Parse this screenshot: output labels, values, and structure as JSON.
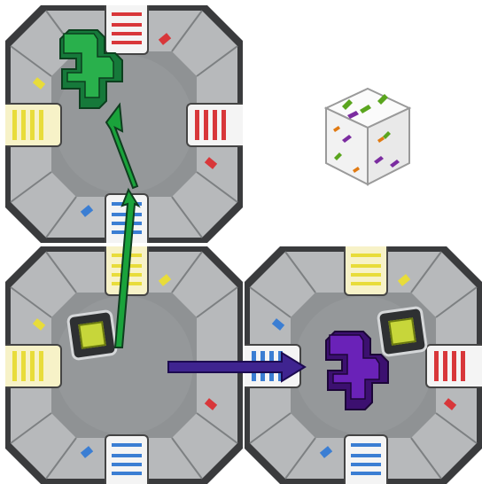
{
  "scene": {
    "rooms": [
      {
        "id": "room-top-left",
        "doors": {
          "top": "red",
          "left": "yellow",
          "right": "red",
          "bottom": "blue"
        },
        "has_screen": false
      },
      {
        "id": "room-bottom-left",
        "doors": {
          "top": "yellow",
          "left": "yellow",
          "right": "none",
          "bottom": "blue"
        },
        "has_screen": true
      },
      {
        "id": "room-bottom-right",
        "doors": {
          "top": "yellow",
          "left": "blue",
          "right": "red",
          "bottom": "blue"
        },
        "has_screen": true
      }
    ],
    "pieces": [
      {
        "id": "green-meeple",
        "color": "#1f9e3a",
        "room": "room-top-left"
      },
      {
        "id": "purple-meeple",
        "color": "#5a1ea0",
        "room": "room-bottom-right"
      }
    ],
    "moves": [
      {
        "id": "green-arrow",
        "color": "#1aa33b",
        "from": "room-bottom-left",
        "to": "room-top-left"
      },
      {
        "id": "purple-arrow",
        "color": "#3a1f8a",
        "from": "room-bottom-left",
        "to": "room-bottom-right"
      }
    ],
    "die": {
      "icon": "footprints-die-icon",
      "face_colors": [
        "#5aa51e",
        "#7b2ca0",
        "#e07a12"
      ]
    },
    "colors": {
      "red": "#d8373a",
      "yellow": "#e8dc3a",
      "blue": "#3b7ed3",
      "floor": "#8c8f91",
      "wall": "#5a5c5e"
    }
  }
}
